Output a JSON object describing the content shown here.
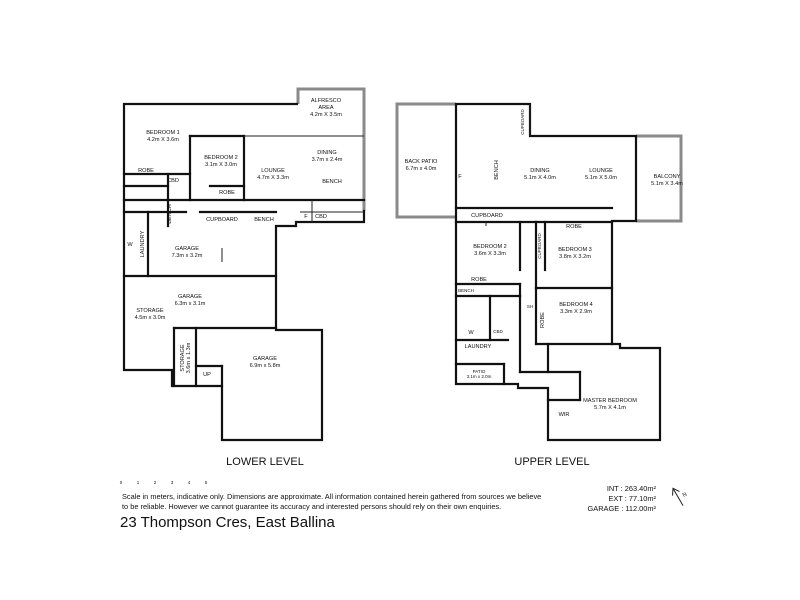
{
  "lower": {
    "level_label": "LOWER LEVEL",
    "rooms": {
      "alfresco": [
        "ALFRESCO",
        "AREA",
        "4.2m X 3.5m"
      ],
      "bedroom1": [
        "BEDROOM 1",
        "4.2m X 3.6m"
      ],
      "bedroom2": [
        "BEDROOM 2",
        "3.1m X 3.0m"
      ],
      "lounge": [
        "LOUNGE",
        "4.7m X 3.3m"
      ],
      "dining": [
        "DINING",
        "3.7m x 2.4m"
      ],
      "bench": "BENCH",
      "robe1": "ROBE",
      "robe2": "ROBE",
      "cbd1": "CBD",
      "cupboard": "CUPBOARD",
      "bench2": "BENCH",
      "f": "F",
      "cbd2": "CBD",
      "bench3": "BENCH",
      "laundry": "LAUNDRY",
      "w": "W",
      "garage1": [
        "GARAGE",
        "7.3m x 3.2m"
      ],
      "garage2": [
        "GARAGE",
        "6.3m x 3.1m"
      ],
      "storage1": [
        "STORAGE",
        "4.5m x 3.0m"
      ],
      "storage2": [
        "STORAGE",
        "3.6m x 1.3m"
      ],
      "up": "UP",
      "garage3": [
        "GARAGE",
        "6.9m x 5.8m"
      ]
    }
  },
  "upper": {
    "level_label": "UPPER LEVEL",
    "rooms": {
      "back_patio": [
        "BACK PATIO",
        "6.7m x 4.0m"
      ],
      "cupboard_v": "CUPBOARD",
      "bench": "BENCH",
      "dining": [
        "DINING",
        "5.1m X 4.0m"
      ],
      "lounge": [
        "LOUNGE",
        "5.1m X 5.0m"
      ],
      "balcony": [
        "BALCONY",
        "5.1m X 3.4m"
      ],
      "f": "F",
      "cupboard": "CUPBOARD",
      "bedroom2": [
        "BEDROOM 2",
        "3.6m X 3.3m"
      ],
      "robe1": "ROBE",
      "cupboard_v2": "CUPBOARD",
      "bedroom3": [
        "BEDROOM 3",
        "3.8m X 3.2m"
      ],
      "robe2": "ROBE",
      "bench2": "BENCH",
      "sh": "SH",
      "bedroom4": [
        "BEDROOM 4",
        "3.3m X 2.9m"
      ],
      "robe3": "ROBE",
      "w": "W",
      "cbd": "CBD",
      "laundry": "LAUNDRY",
      "patio": [
        "PATIO",
        "3.1m x 2.0m"
      ],
      "master": [
        "MASTER BEDROOM",
        "5.7m X 4.1m"
      ],
      "wir": "WIR"
    }
  },
  "scale": [
    "0",
    "1",
    "2",
    "3",
    "4",
    "5"
  ],
  "disclaimer": "Scale in meters, indicative only. Dimensions are approximate. All information contained herein gathered from sources we believe to be reliable. However we cannot guarantee its accuracy and interested persons should rely on their own enquiries.",
  "areas": {
    "int": "INT : 263.40m²",
    "ext": "EXT : 77.10m²",
    "garage": "GARAGE : 112.00m²"
  },
  "address": "23 Thompson Cres, East Ballina",
  "north_label": "N"
}
